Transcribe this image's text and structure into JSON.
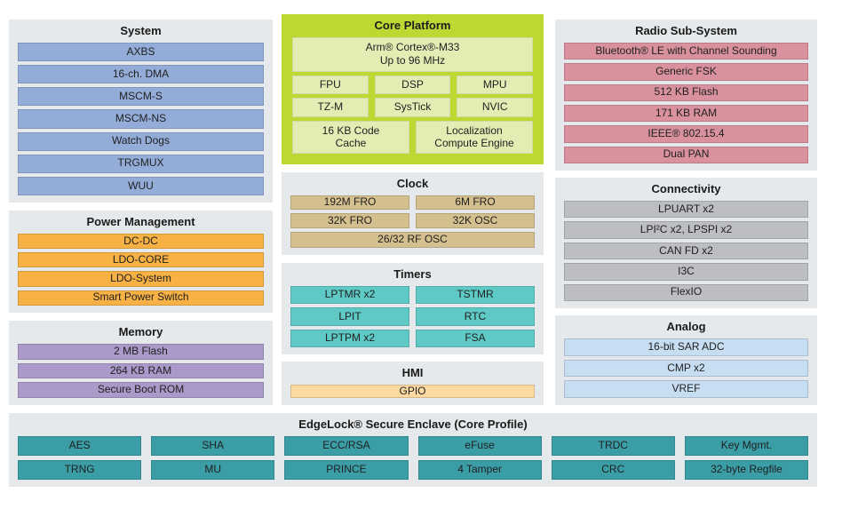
{
  "palette": {
    "page_bg": "#FFFFFF",
    "panel_bg": "#E6E9EB",
    "text": "#1F1F1F",
    "system_blue": "#94ADD8",
    "core_green": "#BED732",
    "core_cell_green": "#E4ECB4",
    "radio_pink": "#D9929D",
    "power_orange": "#F7B144",
    "memory_purple": "#AA99C9",
    "clock_tan": "#D4BF8E",
    "timers_teal": "#5FC9C6",
    "hmi_peach": "#FBD9A0",
    "connectivity_gray": "#BDBEC1",
    "analog_blue": "#C7DEF2",
    "edgelock_teal": "#3B9EA7"
  },
  "panels": {
    "system": {
      "title": "System",
      "items": [
        "AXBS",
        "16-ch. DMA",
        "MSCM-S",
        "MSCM-NS",
        "Watch Dogs",
        "TRGMUX",
        "WUU"
      ]
    },
    "power": {
      "title": "Power Management",
      "items": [
        "DC-DC",
        "LDO-CORE",
        "LDO-System",
        "Smart Power Switch"
      ]
    },
    "memory": {
      "title": "Memory",
      "items": [
        "2 MB Flash",
        "264 KB RAM",
        "Secure Boot ROM"
      ]
    },
    "core": {
      "title": "Core Platform",
      "cpu_line1": "Arm® Cortex®-M33",
      "cpu_line2": "Up to 96 MHz",
      "row2": [
        "FPU",
        "DSP",
        "MPU"
      ],
      "row3": [
        "TZ-M",
        "SysTick",
        "NVIC"
      ],
      "row4": [
        "16 KB Code\nCache",
        "Localization\nCompute Engine"
      ]
    },
    "clock": {
      "title": "Clock",
      "grid": [
        "192M FRO",
        "6M FRO",
        "32K FRO",
        "32K OSC"
      ],
      "full": "26/32 RF OSC"
    },
    "timers": {
      "title": "Timers",
      "grid": [
        "LPTMR x2",
        "TSTMR",
        "LPIT",
        "RTC",
        "LPTPM x2",
        "FSA"
      ]
    },
    "hmi": {
      "title": "HMI",
      "items": [
        "GPIO"
      ]
    },
    "radio": {
      "title": "Radio Sub-System",
      "items": [
        "Bluetooth® LE with Channel Sounding",
        "Generic FSK",
        "512 KB Flash",
        "171 KB RAM",
        "IEEE® 802.15.4",
        "Dual PAN"
      ]
    },
    "connectivity": {
      "title": "Connectivity",
      "items": [
        "LPUART x2",
        "LPI²C x2, LPSPI x2",
        "CAN FD x2",
        "I3C",
        "FlexIO"
      ]
    },
    "analog": {
      "title": "Analog",
      "items": [
        "16-bit SAR ADC",
        "CMP x2",
        "VREF"
      ]
    },
    "edgelock": {
      "title": "EdgeLock® Secure Enclave (Core Profile)",
      "row1": [
        "AES",
        "SHA",
        "ECC/RSA",
        "eFuse",
        "TRDC",
        "Key Mgmt."
      ],
      "row2": [
        "TRNG",
        "MU",
        "PRINCE",
        "4 Tamper",
        "CRC",
        "32-byte Regfile"
      ]
    }
  }
}
